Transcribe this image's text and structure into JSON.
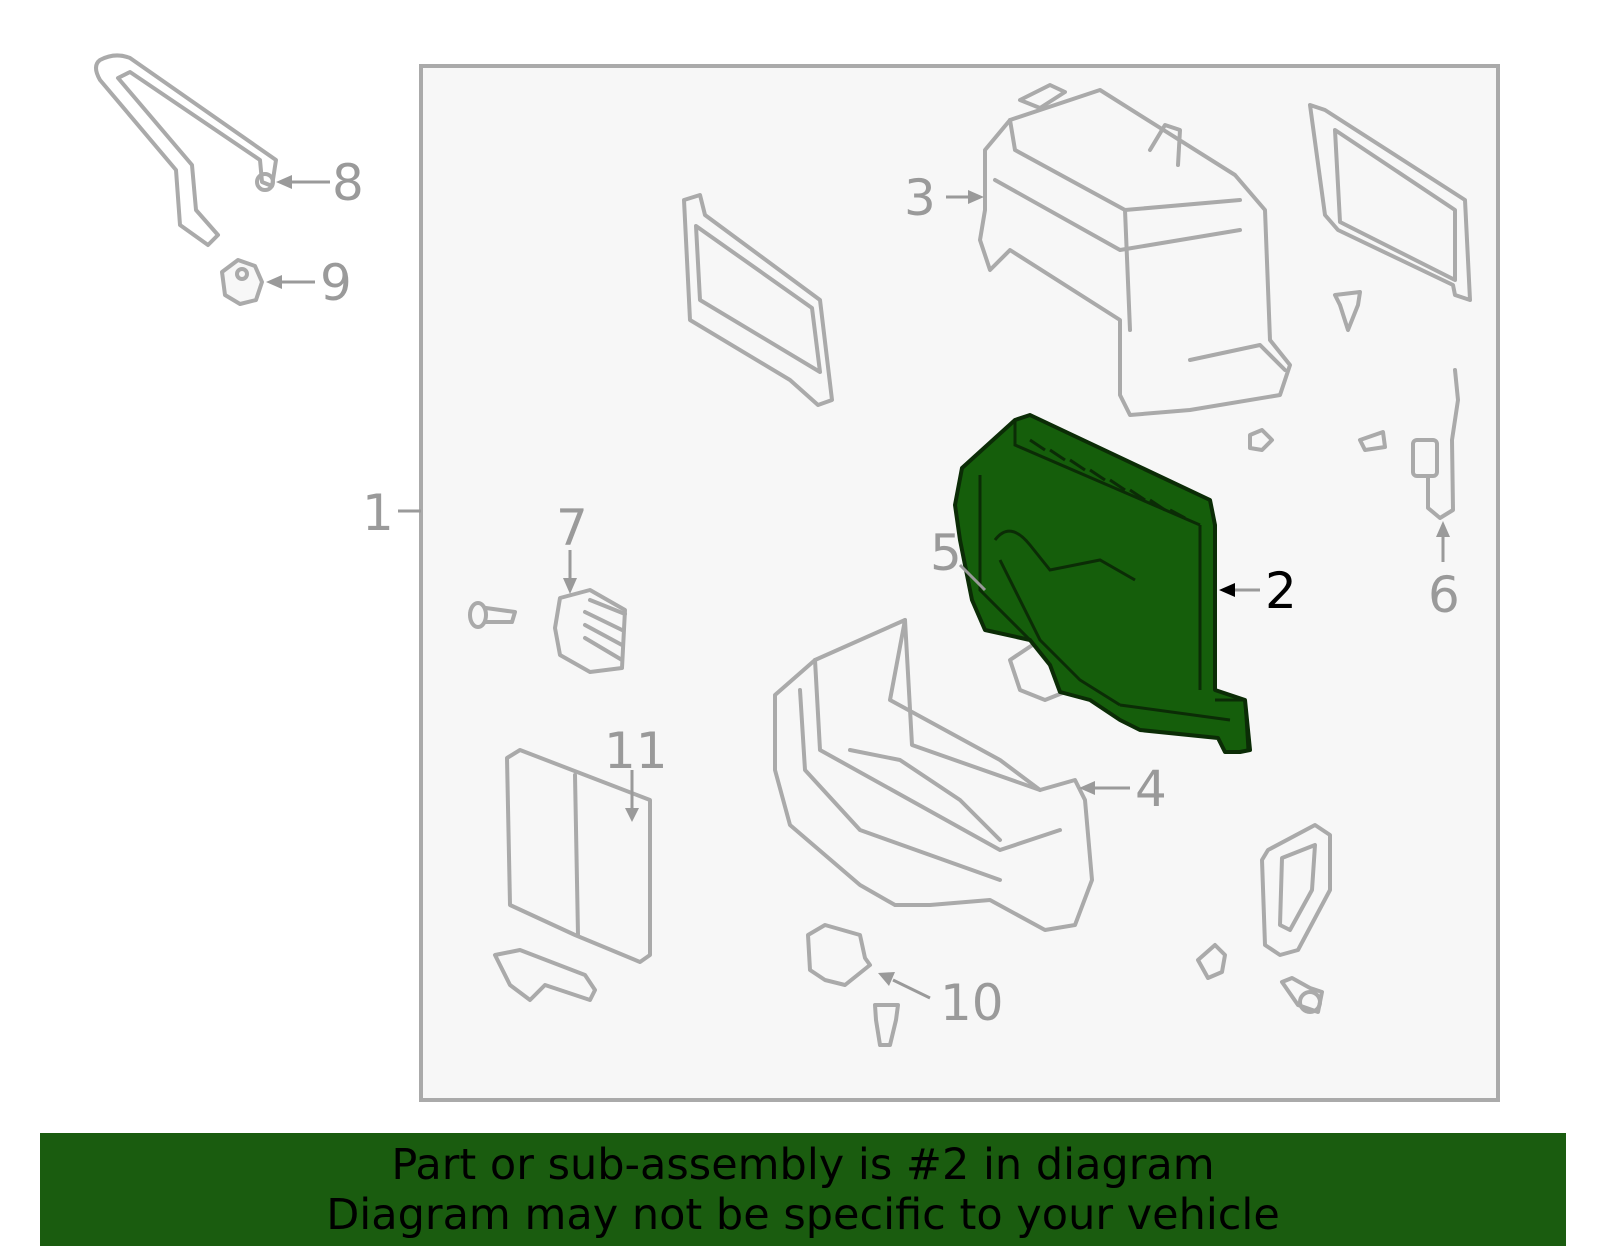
{
  "callouts": {
    "c1": "1",
    "c2": "2",
    "c3": "3",
    "c4": "4",
    "c5": "5",
    "c6": "6",
    "c7": "7",
    "c8": "8",
    "c9": "9",
    "c10": "10",
    "c11": "11"
  },
  "highlighted_part": "2",
  "colors": {
    "highlight": "#155e0b",
    "banner": "#1a5c0f",
    "line": "#aaaaaa",
    "panel": "#f7f7f7"
  },
  "banner": {
    "line1": "Part or sub-assembly is #2 in diagram",
    "line2": "Diagram may not be specific to your vehicle"
  }
}
